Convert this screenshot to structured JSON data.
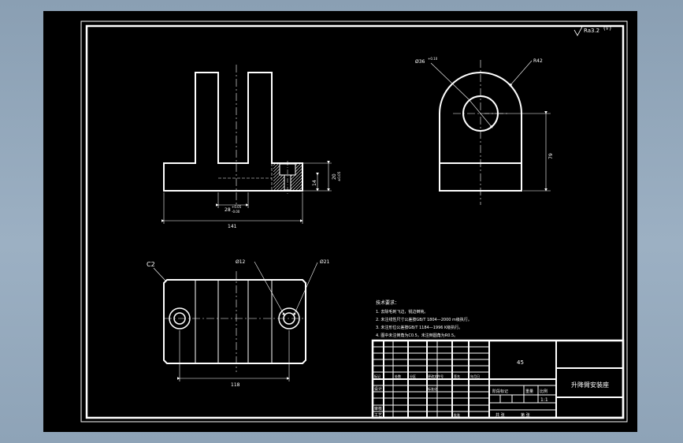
{
  "roughness": {
    "symbol": "√",
    "value": "Ra3.2",
    "suffix": "(√)"
  },
  "front_view": {
    "width_dim": "141",
    "slot_dim_main": "28",
    "slot_dim_tol_upper": "+0.05",
    "slot_dim_tol_lower": "-0.00",
    "step_dim": "14",
    "right_dim_main": "20",
    "right_dim_tol": "±0.05"
  },
  "side_view": {
    "bore_dim_main": "Ø36",
    "bore_dim_tol": "+0.10",
    "radius_dim": "R42",
    "height_dim": "79"
  },
  "top_view": {
    "chamfer": "C2",
    "small_hole": "Ø12",
    "large_hole": "Ø21",
    "spacing_dim": "118"
  },
  "notes": {
    "title": "技术要求：",
    "items": [
      "1. 去除毛刺飞边，锐边倒钝。",
      "2. 未注线性尺寸公差按GB/T 1804—2000 m级执行。",
      "3. 未注形位公差按GB/T 1184—1996 K级执行。",
      "4. 图中未注倒角为C0.5，未注倒圆角为R0.5。"
    ]
  },
  "title_block": {
    "material": "45",
    "part_name": "升降臂安装座",
    "scale": "1:1",
    "col_headers": [
      "标记",
      "处数",
      "分区",
      "更改文件号",
      "签名",
      "年月日"
    ],
    "row_labels": [
      "设计",
      "审核",
      "工艺"
    ],
    "std_label": "标准化",
    "approve_label": "批准",
    "stage_label": "阶段标记",
    "weight_label": "重量",
    "ratio_label": "比例",
    "sheet_total": "共 张",
    "sheet_no": "第 张"
  }
}
